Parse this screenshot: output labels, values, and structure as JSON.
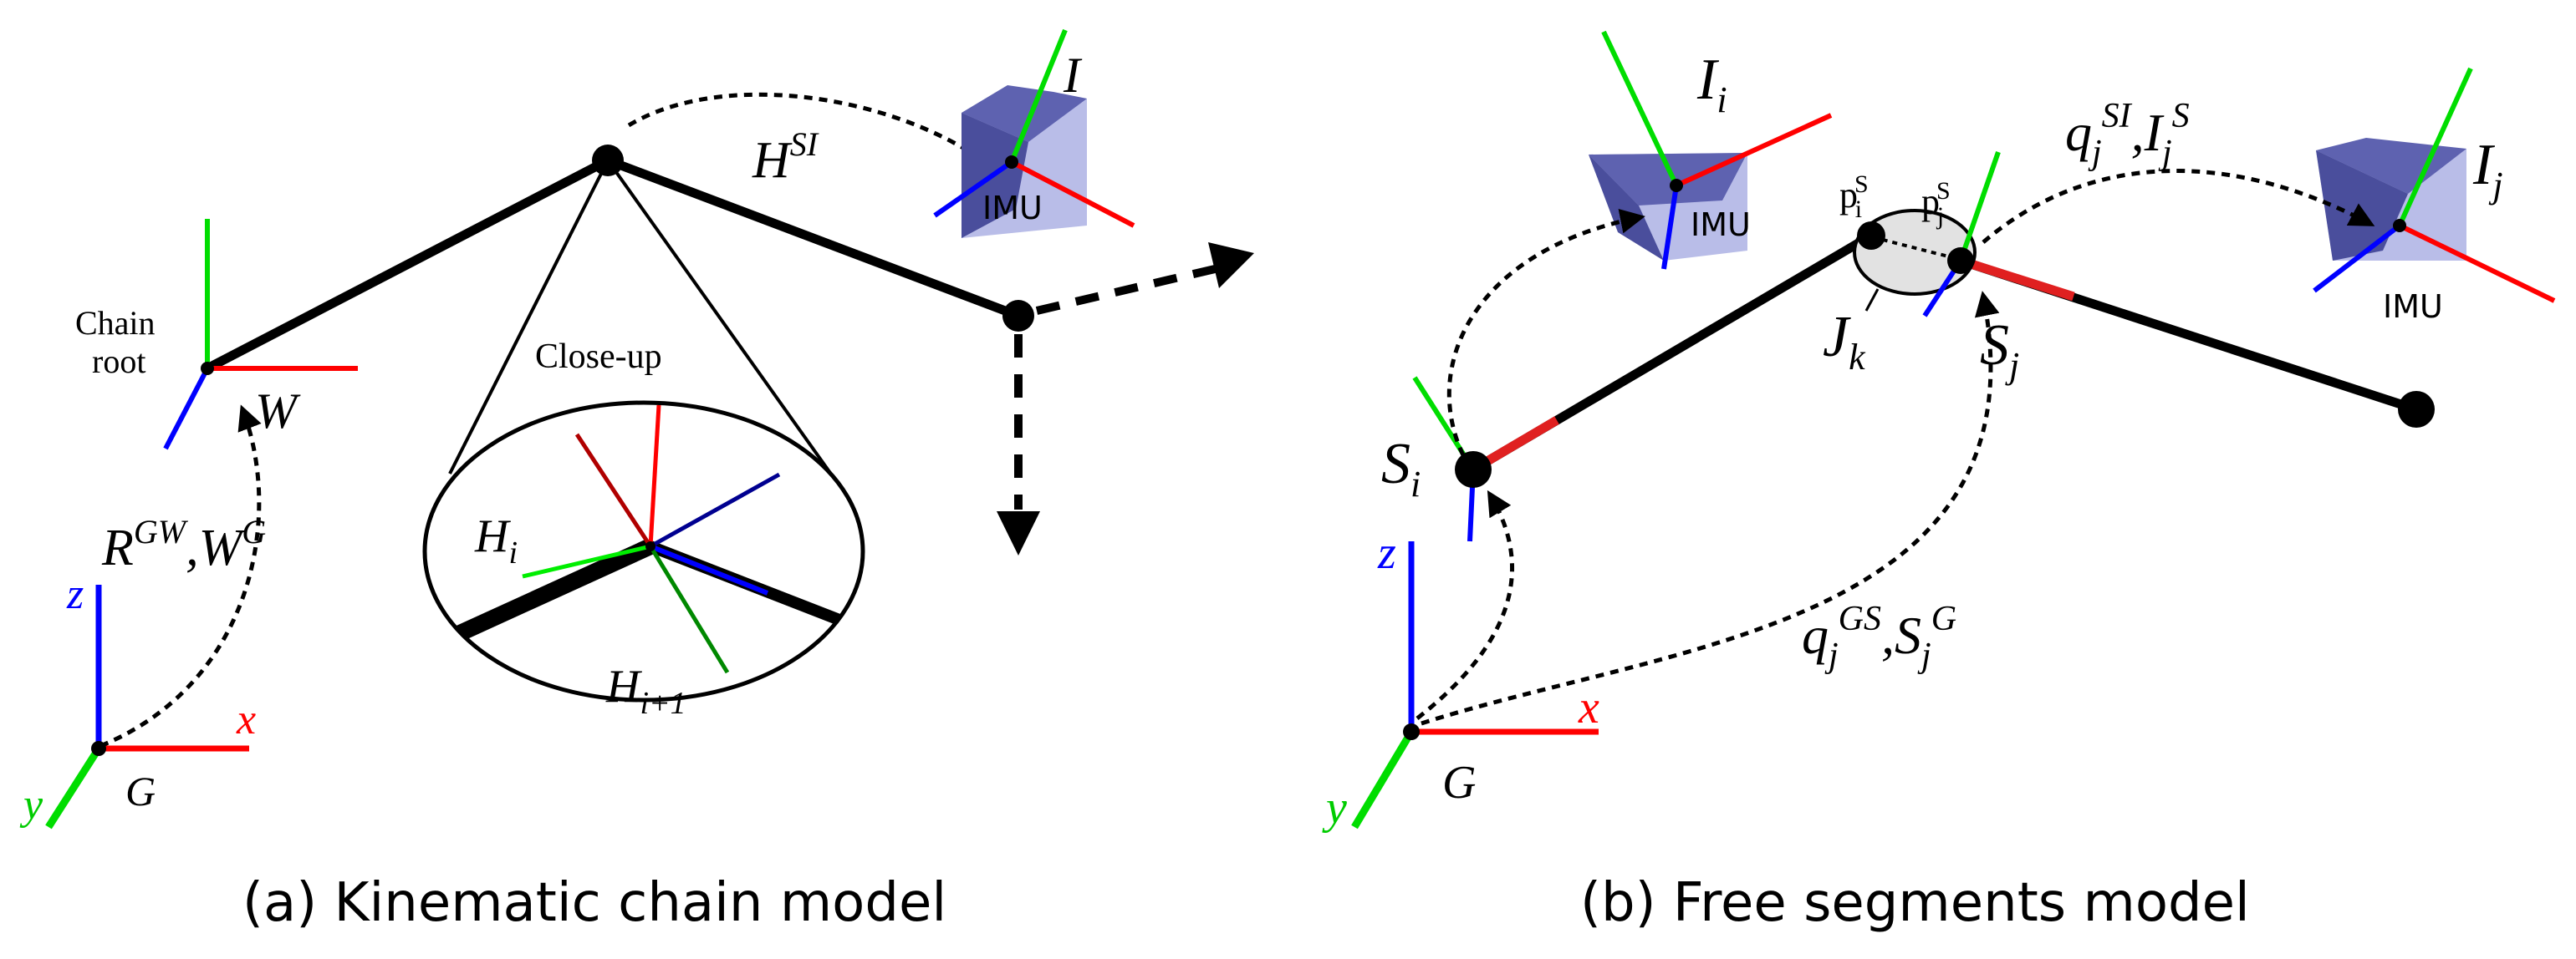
{
  "panel_a": {
    "caption": "(a) Kinematic chain model",
    "chain_root_line1": "Chain",
    "chain_root_line2": "root",
    "closeup": "Close-up",
    "W": "W",
    "G": "G",
    "axis_x": "x",
    "axis_y": "y",
    "axis_z": "z",
    "R": "R",
    "R_sup": "GW",
    "comma": ",",
    "W2": "W",
    "W2_sup": "G",
    "H": "H",
    "H_sup": "SI",
    "I": "I",
    "imu": "IMU",
    "Hi": "H",
    "Hi_sub": "i",
    "Hi1": "H",
    "Hi1_sub": "i+1"
  },
  "panel_b": {
    "caption": "(b) Free segments model",
    "Ii": "I",
    "Ii_sub": "i",
    "Ij": "I",
    "Ij_sub": "j",
    "imu": "IMU",
    "Si": "S",
    "Si_sub": "i",
    "Sj": "S",
    "Sj_sub": "j",
    "J": "J",
    "J_sub": "k",
    "pi": "p",
    "pi_sub": "i",
    "pi_sup": "S",
    "pj": "p",
    "pj_sub": "j",
    "pj_sup": "S",
    "q1": "q",
    "q1_sub": "j",
    "q1_sup": "SI",
    "q1_comma": ",",
    "I2": "I",
    "I2_sub": "j",
    "I2_sup": "S",
    "q2": "q",
    "q2_sub": "j",
    "q2_sup": "GS",
    "q2_comma": ",",
    "S2": "S",
    "S2_sub": "j",
    "S2_sup": "G",
    "G": "G",
    "axis_x": "x",
    "axis_y": "y",
    "axis_z": "z"
  },
  "colors": {
    "x_axis": "#ff0000",
    "y_axis": "#00dd00",
    "z_axis": "#0000ff",
    "imu_dark": "#4a4e9c",
    "imu_light": "#b9bde8",
    "joint_fill": "#e2e2e2"
  }
}
